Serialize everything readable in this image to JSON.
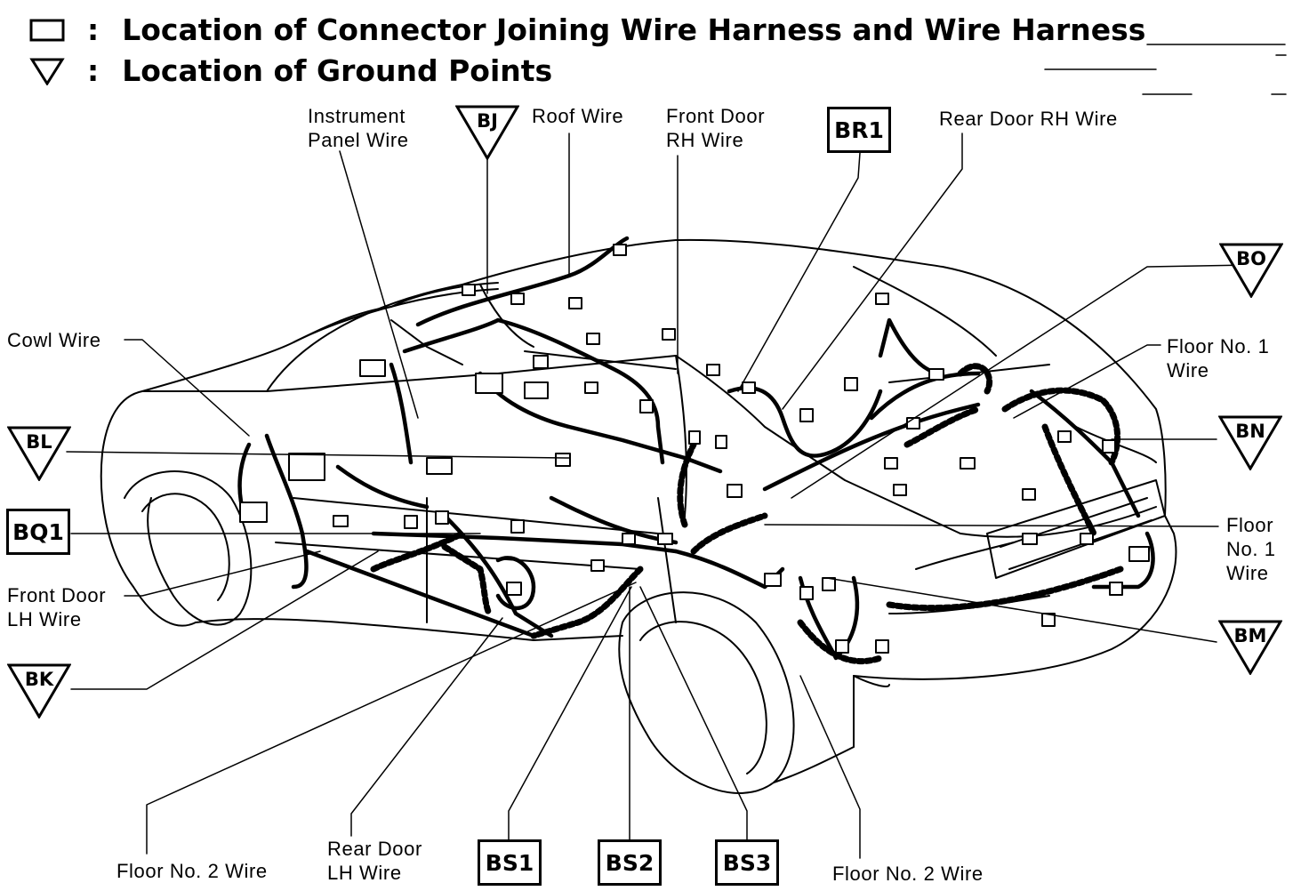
{
  "legend": {
    "connector_text": "Location of Connector Joining Wire Harness and Wire Harness",
    "ground_text": "Location of Ground Points",
    "colon": ":"
  },
  "wire_labels": {
    "instrument_panel": "Instrument\nPanel Wire",
    "roof": "Roof Wire",
    "front_door_rh": "Front Door\nRH Wire",
    "rear_door_rh": "Rear Door RH Wire",
    "cowl": "Cowl Wire",
    "floor_no1_upper": "Floor No. 1\nWire",
    "floor_no1_lower": "Floor\nNo. 1\nWire",
    "front_door_lh": "Front Door\nLH Wire",
    "floor_no2_left": "Floor No. 2 Wire",
    "rear_door_lh": "Rear Door\nLH Wire",
    "floor_no2_right": "Floor No. 2 Wire"
  },
  "connectors": {
    "br1": "BR1",
    "bq1": "BQ1",
    "bs1": "BS1",
    "bs2": "BS2",
    "bs3": "BS3"
  },
  "grounds": {
    "bj": "BJ",
    "bo": "BO",
    "bl": "BL",
    "bn": "BN",
    "bk": "BK",
    "bm": "BM"
  }
}
